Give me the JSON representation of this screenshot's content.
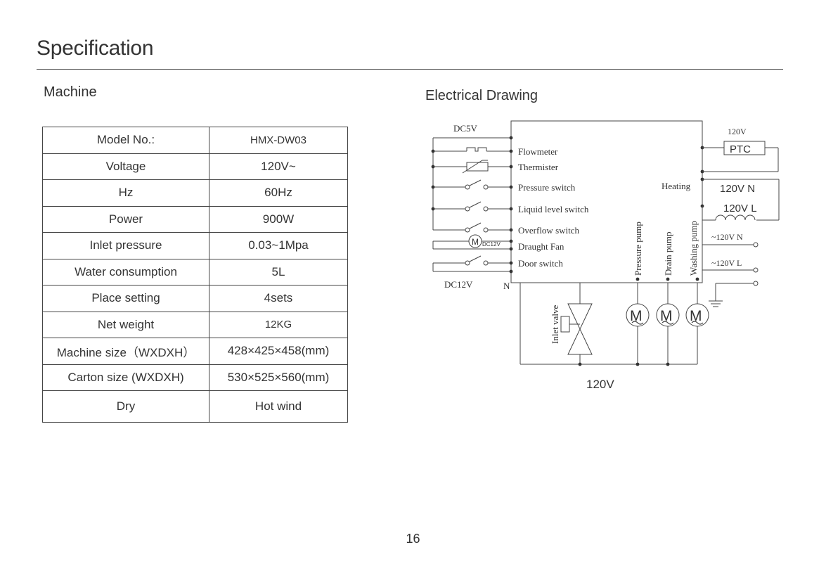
{
  "page": {
    "title": "Specification",
    "number": "16"
  },
  "machine": {
    "heading": "Machine",
    "rows": [
      {
        "label": "Model No.:",
        "value": "HMX-DW03"
      },
      {
        "label": "Voltage",
        "value": "120V~"
      },
      {
        "label": "Hz",
        "value": "60Hz"
      },
      {
        "label": "Power",
        "value": "900W"
      },
      {
        "label": "Inlet pressure",
        "value": "0.03~1Mpa"
      },
      {
        "label": "Water consumption",
        "value": "5L"
      },
      {
        "label": "Place setting",
        "value": "4sets"
      },
      {
        "label": "Net weight",
        "value": "12KG"
      },
      {
        "label": "Machine size（WXDXH）",
        "value": "428×425×458(mm)"
      },
      {
        "label": "Carton size (WXDXH)",
        "value": "530×525×560(mm)"
      },
      {
        "label": "Dry",
        "value": "Hot wind"
      }
    ]
  },
  "electrical": {
    "heading": "Electrical Drawing",
    "labels": {
      "dc5v": "DC5V",
      "dc12v": "DC12V",
      "n": "N",
      "flowmeter": "Flowmeter",
      "thermister": "Thermister",
      "pressure_switch": "Pressure switch",
      "liquid_level_switch": "Liquid level switch",
      "overflow_switch": "Overflow switch",
      "draught_fan": "Draught Fan",
      "door_switch": "Door switch",
      "motor_dc12v": "DC12V",
      "motor_m": "M",
      "heating": "Heating",
      "v120_top": "120V",
      "ptc": "PTC",
      "v120n": "120V N",
      "v120l": "120V L",
      "ac120n": "~120V N",
      "ac120l": "~120V L",
      "pressure_pump": "Pressure pump",
      "drain_pump": "Drain pump",
      "washing_pump": "Washing pump",
      "inlet_valve": "Inlet valve",
      "pump_m": "M",
      "v120_bottom": "120V"
    }
  }
}
